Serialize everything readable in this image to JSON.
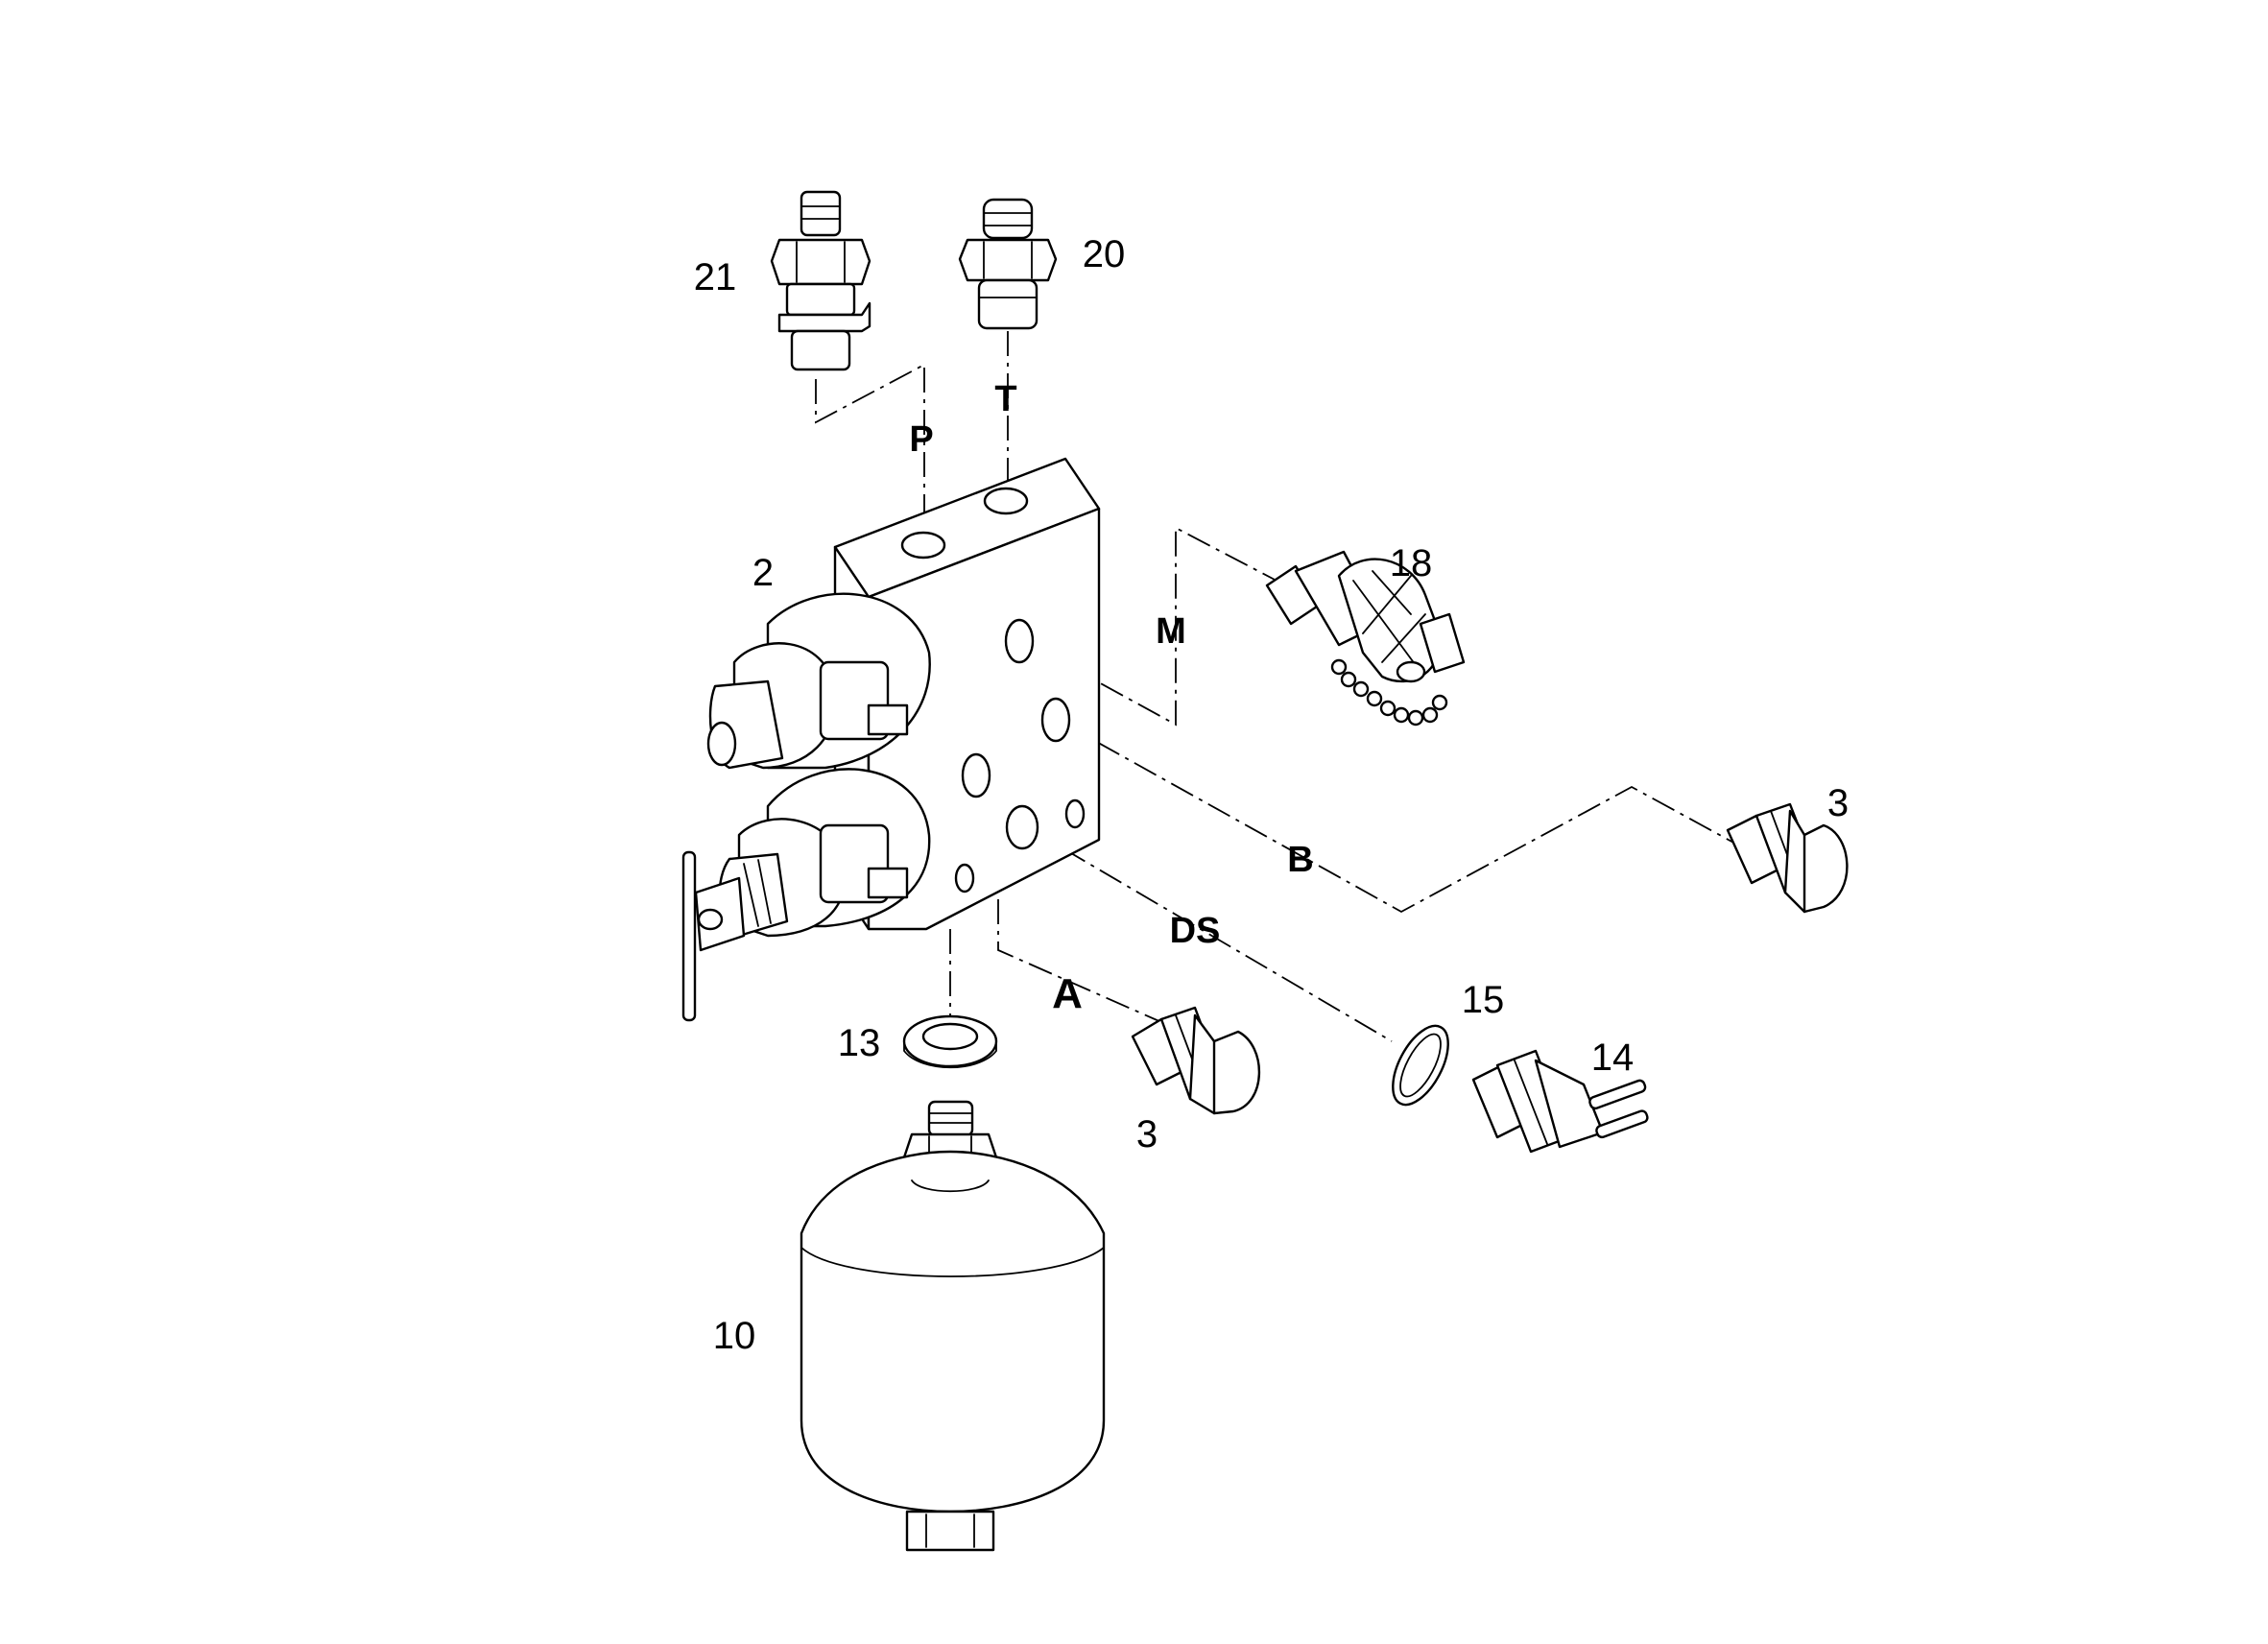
{
  "callouts": {
    "c21": "21",
    "c20": "20",
    "c2": "2",
    "c18": "18",
    "c3a": "3",
    "c3b": "3",
    "c13": "13",
    "c15": "15",
    "c14": "14",
    "c10": "10"
  },
  "ports": {
    "P": "P",
    "T": "T",
    "M": "M",
    "B": "B",
    "DS": "DS",
    "A": "A"
  }
}
